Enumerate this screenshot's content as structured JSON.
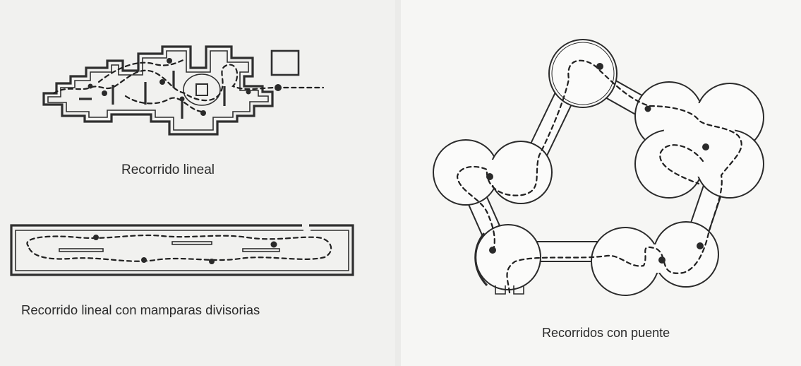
{
  "captions": {
    "linear": "Recorrido lineal",
    "partitions": "Recorrido lineal con mamparas divisorias",
    "bridge": "Recorridos con puente"
  }
}
